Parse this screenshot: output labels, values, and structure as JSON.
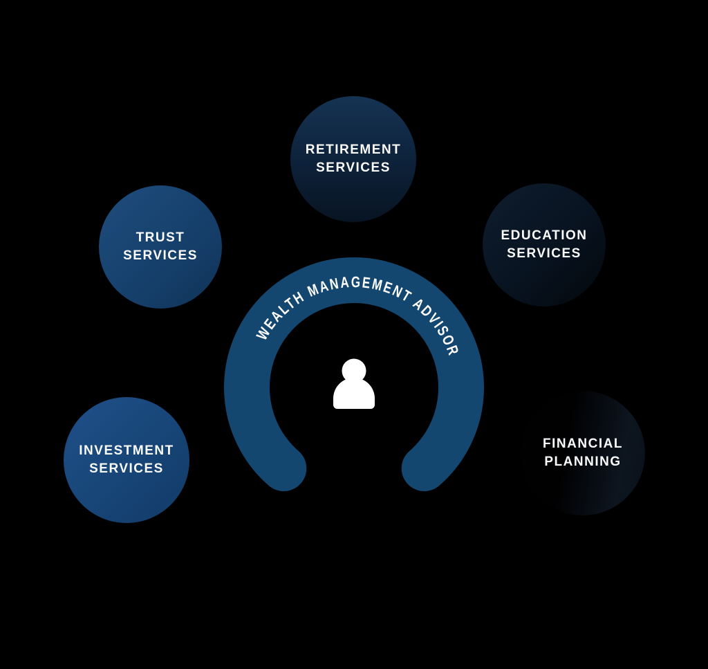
{
  "background_color": "#000000",
  "label_text_color": "#fbfcfd",
  "hub": {
    "arc_label": "WEALTH MANAGEMENT ADVISOR",
    "arc_color": "#134770",
    "person_icon_color": "#ffffff"
  },
  "nodes": [
    {
      "id": "retirement-services",
      "line1": "RETIREMENT",
      "line2": "SERVICES",
      "gradient": "linear-gradient(180deg, #163353 0%, #0d2139 55%, #081422 100%)"
    },
    {
      "id": "trust-services",
      "line1": "TRUST",
      "line2": "SERVICES",
      "gradient": "linear-gradient(135deg, #1e4d7d 0%, #16406c 55%, #103358 100%)"
    },
    {
      "id": "education-services",
      "line1": "EDUCATION",
      "line2": "SERVICES",
      "gradient": "linear-gradient(135deg, #0e1d2e 0%, #081320 55%, #03070b 100%)"
    },
    {
      "id": "investment-services",
      "line1": "INVESTMENT",
      "line2": "SERVICES",
      "gradient": "linear-gradient(135deg, #1f5089 0%, #174577 55%, #123a66 100%)"
    },
    {
      "id": "financial-planning",
      "line1": "FINANCIAL",
      "line2": "PLANNING",
      "gradient": "linear-gradient(100deg, #010102 38%, #0d151f 78%, #0a1119 100%)"
    }
  ]
}
